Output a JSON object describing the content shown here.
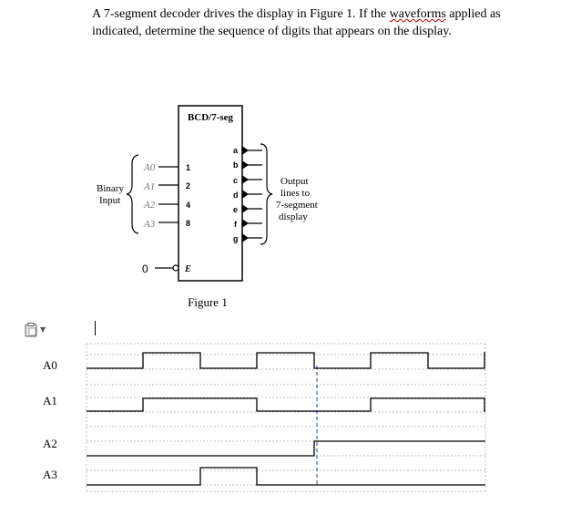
{
  "question": {
    "line1_before": "A 7-segment decoder drives the display in Figure 1. If the ",
    "line1_squiggle": "waveforms",
    "line1_after": " applied as",
    "line2": "indicated, determine the sequence of digits that appears on the display."
  },
  "figure": {
    "block_title": "BCD/7-seg",
    "caption": "Figure 1",
    "binary_label_1": "Binary",
    "binary_label_2": "Input",
    "inputs": [
      {
        "name": "A0",
        "weight": "1"
      },
      {
        "name": "A1",
        "weight": "2"
      },
      {
        "name": "A2",
        "weight": "4"
      },
      {
        "name": "A3",
        "weight": "8"
      }
    ],
    "enable_value": "0",
    "enable_label": "E",
    "outputs": [
      "a",
      "b",
      "c",
      "d",
      "e",
      "f",
      "g"
    ],
    "output_label": [
      "Output",
      "lines to",
      "7-segment",
      "display"
    ]
  },
  "waveforms": [
    {
      "label": "A0",
      "levels": [
        0,
        1,
        0,
        1,
        0,
        1,
        0,
        1
      ]
    },
    {
      "label": "A1",
      "levels": [
        0,
        1,
        1,
        0,
        0,
        1,
        1,
        0
      ]
    },
    {
      "label": "A2",
      "levels": [
        0,
        0,
        0,
        0,
        1,
        1,
        1,
        1
      ]
    },
    {
      "label": "A3",
      "levels": [
        0,
        0,
        1,
        0,
        0,
        0,
        0,
        0
      ]
    }
  ],
  "icons": {
    "paste": "paste-icon",
    "paste_dropdown": "chevron-down-icon"
  }
}
